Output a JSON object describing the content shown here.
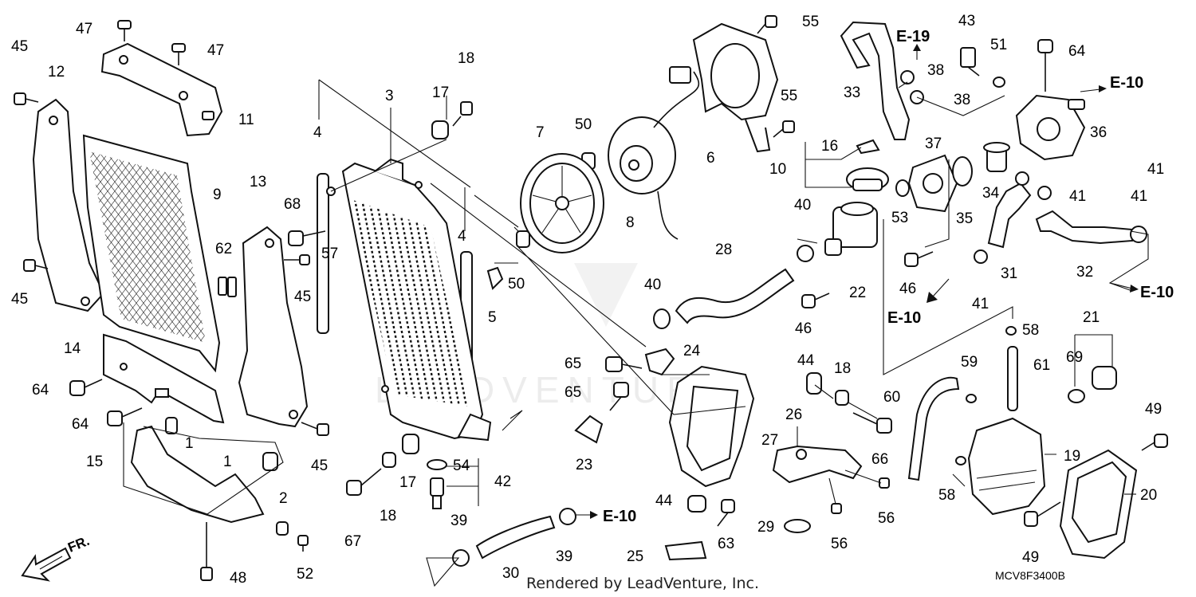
{
  "diagram": {
    "watermark": "LEADVENTURE",
    "credit": "Rendered by LeadVenture, Inc.",
    "diagram_code": "MCV8F3400B",
    "front_marker": "FR.",
    "callouts": [
      {
        "id": "c1",
        "text": "45"
      },
      {
        "id": "c2",
        "text": "12"
      },
      {
        "id": "c3",
        "text": "45"
      },
      {
        "id": "c4",
        "text": "47"
      },
      {
        "id": "c5",
        "text": "47"
      },
      {
        "id": "c6",
        "text": "11"
      },
      {
        "id": "c7",
        "text": "9"
      },
      {
        "id": "c8",
        "text": "13"
      },
      {
        "id": "c9",
        "text": "62"
      },
      {
        "id": "c10",
        "text": "14"
      },
      {
        "id": "c11",
        "text": "64"
      },
      {
        "id": "c12",
        "text": "64"
      },
      {
        "id": "c13",
        "text": "1"
      },
      {
        "id": "c14",
        "text": "15"
      },
      {
        "id": "c15",
        "text": "1"
      },
      {
        "id": "c16",
        "text": "2"
      },
      {
        "id": "c17",
        "text": "52"
      },
      {
        "id": "c18",
        "text": "48"
      },
      {
        "id": "c19",
        "text": "45"
      },
      {
        "id": "c20",
        "text": "45"
      },
      {
        "id": "c21",
        "text": "4"
      },
      {
        "id": "c22",
        "text": "68"
      },
      {
        "id": "c23",
        "text": "57"
      },
      {
        "id": "c24",
        "text": "3"
      },
      {
        "id": "c25",
        "text": "17"
      },
      {
        "id": "c26",
        "text": "18"
      },
      {
        "id": "c27",
        "text": "4"
      },
      {
        "id": "c28",
        "text": "7"
      },
      {
        "id": "c29",
        "text": "50"
      },
      {
        "id": "c30",
        "text": "50"
      },
      {
        "id": "c31",
        "text": "5"
      },
      {
        "id": "c32",
        "text": "8"
      },
      {
        "id": "c33",
        "text": "55"
      },
      {
        "id": "c34",
        "text": "55"
      },
      {
        "id": "c35",
        "text": "6"
      },
      {
        "id": "c36",
        "text": "16"
      },
      {
        "id": "c37",
        "text": "10"
      },
      {
        "id": "c38",
        "text": "33"
      },
      {
        "id": "c39",
        "text": "38"
      },
      {
        "id": "c40",
        "text": "38"
      },
      {
        "id": "c41",
        "text": "43"
      },
      {
        "id": "c42",
        "text": "51"
      },
      {
        "id": "c43",
        "text": "64"
      },
      {
        "id": "c44",
        "text": "36"
      },
      {
        "id": "c45",
        "text": "37"
      },
      {
        "id": "c46",
        "text": "34"
      },
      {
        "id": "c47",
        "text": "35"
      },
      {
        "id": "c48",
        "text": "41"
      },
      {
        "id": "c49",
        "text": "41"
      },
      {
        "id": "c50",
        "text": "41"
      },
      {
        "id": "c51",
        "text": "41"
      },
      {
        "id": "c52",
        "text": "53"
      },
      {
        "id": "c53",
        "text": "46"
      },
      {
        "id": "c54",
        "text": "31"
      },
      {
        "id": "c55",
        "text": "32"
      },
      {
        "id": "c56",
        "text": "40"
      },
      {
        "id": "c57",
        "text": "28"
      },
      {
        "id": "c58",
        "text": "22"
      },
      {
        "id": "c59",
        "text": "46"
      },
      {
        "id": "c60",
        "text": "40"
      },
      {
        "id": "c61",
        "text": "24"
      },
      {
        "id": "c62",
        "text": "65"
      },
      {
        "id": "c63",
        "text": "65"
      },
      {
        "id": "c64",
        "text": "23"
      },
      {
        "id": "c65",
        "text": "27"
      },
      {
        "id": "c66",
        "text": "44"
      },
      {
        "id": "c67",
        "text": "18"
      },
      {
        "id": "c68",
        "text": "66"
      },
      {
        "id": "c69",
        "text": "26"
      },
      {
        "id": "c70",
        "text": "56"
      },
      {
        "id": "c71",
        "text": "56"
      },
      {
        "id": "c72",
        "text": "29"
      },
      {
        "id": "c73",
        "text": "44"
      },
      {
        "id": "c74",
        "text": "63"
      },
      {
        "id": "c75",
        "text": "25"
      },
      {
        "id": "c76",
        "text": "17"
      },
      {
        "id": "c77",
        "text": "18"
      },
      {
        "id": "c78",
        "text": "67"
      },
      {
        "id": "c79",
        "text": "54"
      },
      {
        "id": "c80",
        "text": "42"
      },
      {
        "id": "c81",
        "text": "39"
      },
      {
        "id": "c82",
        "text": "39"
      },
      {
        "id": "c83",
        "text": "30"
      },
      {
        "id": "c84",
        "text": "58"
      },
      {
        "id": "c85",
        "text": "21"
      },
      {
        "id": "c86",
        "text": "69"
      },
      {
        "id": "c87",
        "text": "59"
      },
      {
        "id": "c88",
        "text": "61"
      },
      {
        "id": "c89",
        "text": "60"
      },
      {
        "id": "c90",
        "text": "19"
      },
      {
        "id": "c91",
        "text": "58"
      },
      {
        "id": "c92",
        "text": "49"
      },
      {
        "id": "c93",
        "text": "20"
      },
      {
        "id": "c94",
        "text": "49"
      }
    ],
    "references": [
      {
        "id": "r1",
        "text": "E-19"
      },
      {
        "id": "r2",
        "text": "E-10"
      },
      {
        "id": "r3",
        "text": "E-10"
      },
      {
        "id": "r4",
        "text": "E-10"
      },
      {
        "id": "r5",
        "text": "E-10"
      }
    ]
  }
}
